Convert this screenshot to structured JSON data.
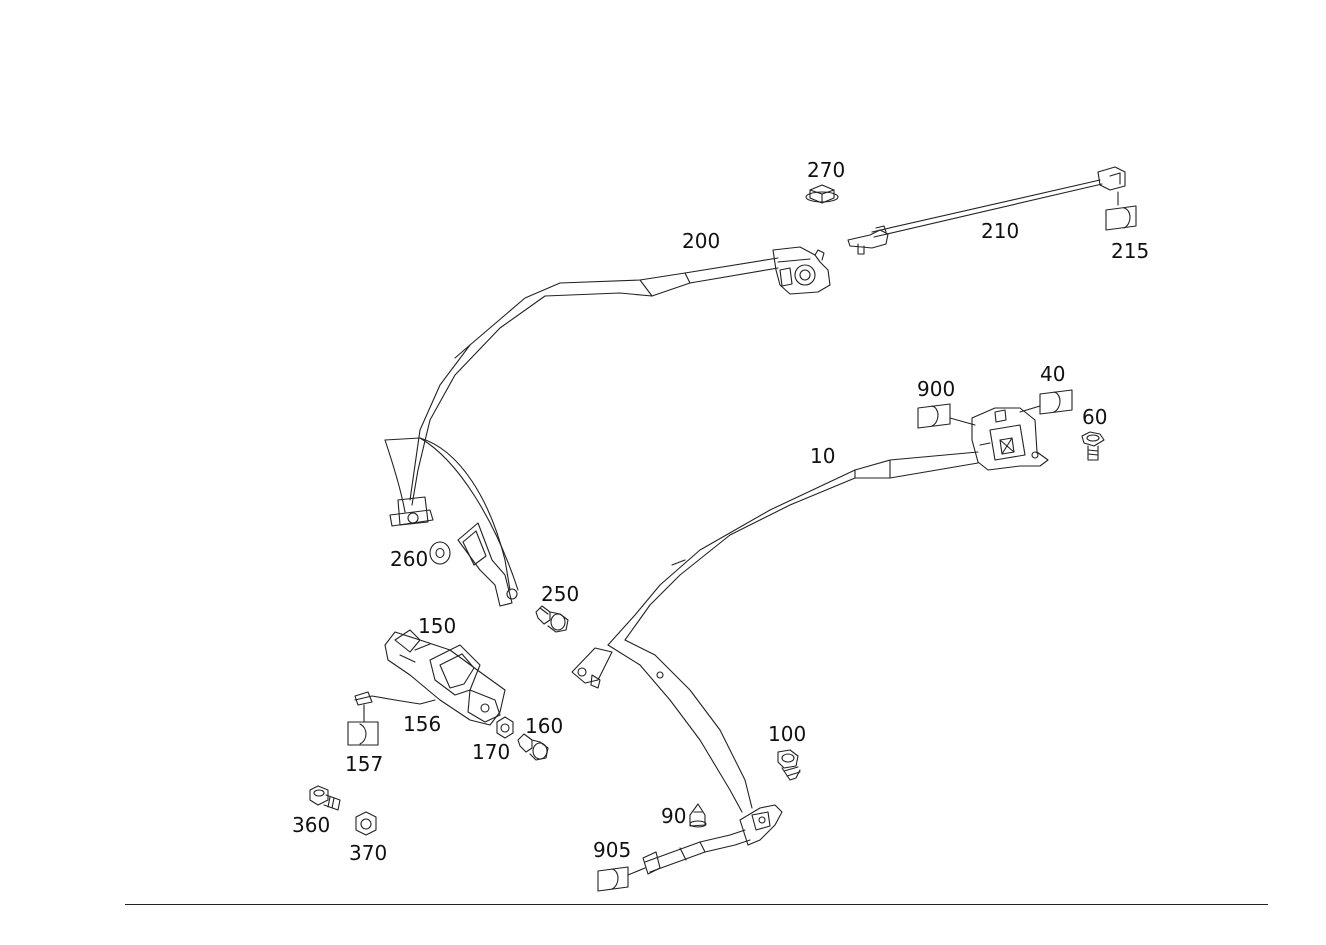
{
  "callouts": {
    "p270": "270",
    "p200": "200",
    "p210": "210",
    "p215": "215",
    "p900": "900",
    "p40": "40",
    "p60": "60",
    "p10": "10",
    "p260": "260",
    "p250": "250",
    "p150": "150",
    "p156": "156",
    "p157": "157",
    "p160": "160",
    "p170": "170",
    "p100": "100",
    "p90": "90",
    "p905": "905",
    "p360": "360",
    "p370": "370"
  }
}
